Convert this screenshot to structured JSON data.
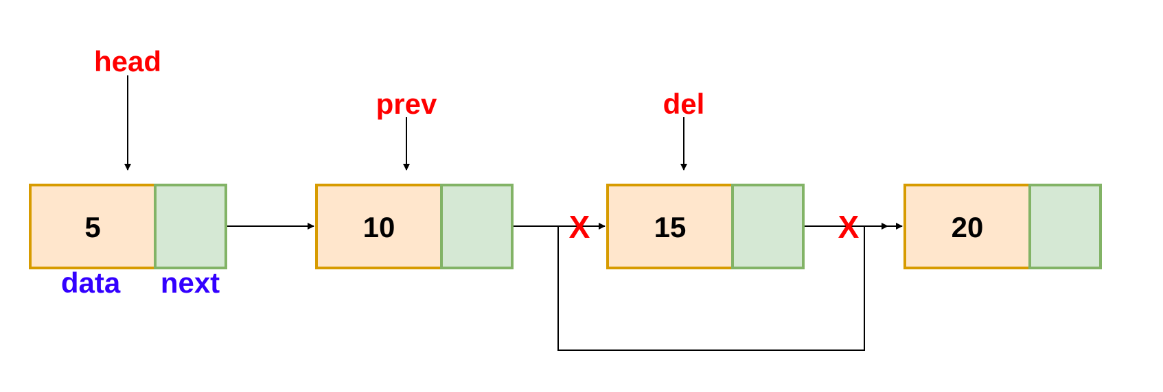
{
  "pointers": {
    "head": "head",
    "prev": "prev",
    "del": "del"
  },
  "nodes": [
    {
      "data": "5"
    },
    {
      "data": "10"
    },
    {
      "data": "15"
    },
    {
      "data": "20"
    }
  ],
  "field_labels": {
    "data": "data",
    "next": "next"
  },
  "break_marks": {
    "mark_1": "X",
    "mark_2": "X"
  },
  "colors": {
    "data_fill": "#FFE6CC",
    "data_stroke": "#D79B00",
    "next_fill": "#D5E8D4",
    "next_stroke": "#82B366",
    "pointer_label": "#FF0000",
    "field_label": "#3300FF",
    "break_mark": "#FF0000",
    "arrow": "#000000"
  }
}
